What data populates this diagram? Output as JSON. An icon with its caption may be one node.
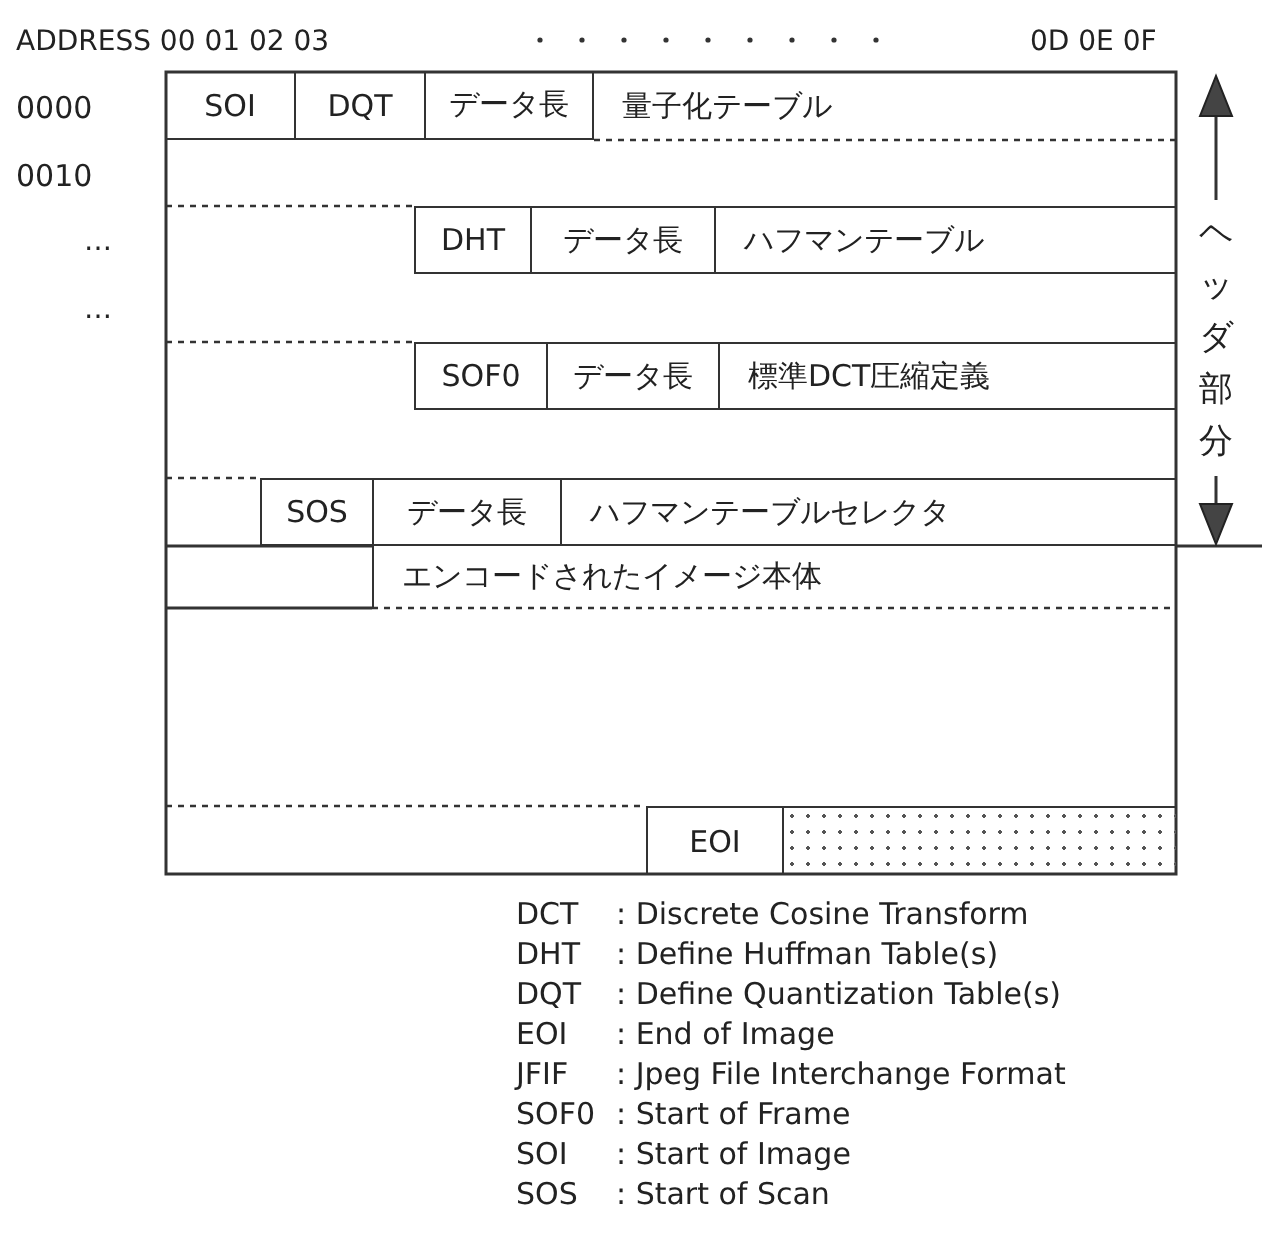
{
  "diagram": {
    "nodes": [
      {
        "text": [
          "SOI"
        ]
      },
      {
        "text": [
          "DQT"
        ]
      },
      {
        "text": [
          "データ長"
        ]
      },
      {
        "text": [
          "量子化テーブル"
        ]
      },
      {
        "text": [
          "DHT"
        ]
      },
      {
        "text": [
          "データ長"
        ]
      },
      {
        "text": [
          "ハフマンテーブル"
        ]
      },
      {
        "text": [
          "SOF0"
        ]
      },
      {
        "text": [
          "データ長"
        ]
      },
      {
        "text": [
          "標準DCT圧縮定義"
        ]
      },
      {
        "text": [
          "SOS"
        ]
      },
      {
        "text": [
          "データ長"
        ]
      },
      {
        "text": [
          "ハフマンテーブルセレクタ"
        ]
      },
      {
        "text": [
          "エンコードされたイメージ本体"
        ]
      },
      {
        "text": [
          "EOI"
        ]
      },
      {
        "text": [],
        "shape": "box"
      }
    ],
    "edges": [],
    "labels": [
      "ADDRESS 00 01 02 03",
      "0D 0E 0F",
      "0000",
      "0010",
      "…",
      "…",
      "ヘッダ部分",
      "DCT",
      ": Discrete Cosine Transform",
      "DHT",
      ": Define Huffman Table(s)",
      "DQT",
      ": Define Quantization Table(s)",
      "EOI",
      ": End of Image",
      "JFIF",
      ": Jpeg File Interchange Format",
      "SOF0",
      ": Start of Frame",
      "SOI",
      ": Start of Image",
      "SOS",
      ": Start of Scan"
    ]
  }
}
